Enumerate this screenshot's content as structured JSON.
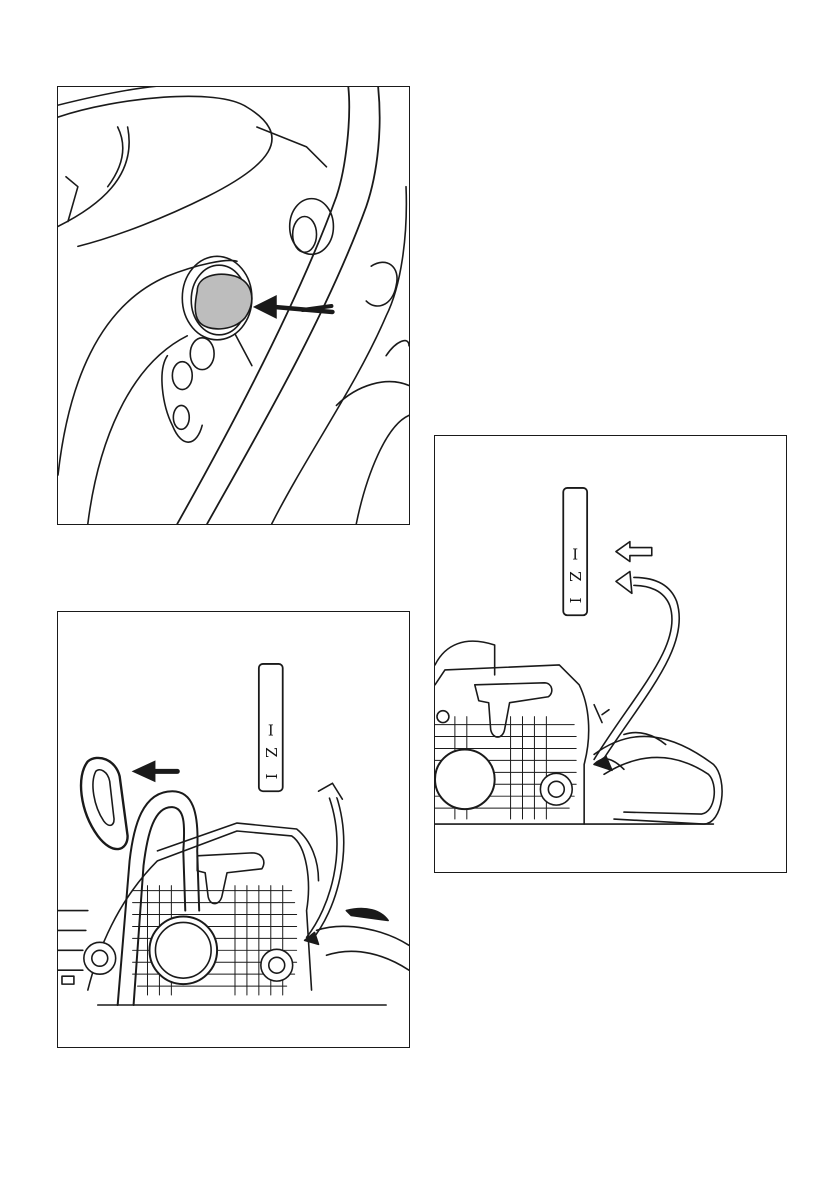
{
  "figures": [
    {
      "id": "fig1",
      "subject": "decompression-valve",
      "arrow": "solid-black-pointing-left"
    },
    {
      "id": "fig2",
      "subject": "choke-lever-pull",
      "arrow": "solid-black-pointing-left"
    },
    {
      "id": "fig3",
      "subject": "master-control-lever-return",
      "arrow": "outline-pointing-left"
    }
  ],
  "switch_labels": {
    "run": "I",
    "half_choke": "Z",
    "full_choke": "I"
  },
  "colors": {
    "line": "#1a1a1a",
    "valve_fill": "#bdbdbd",
    "background": "#ffffff"
  }
}
